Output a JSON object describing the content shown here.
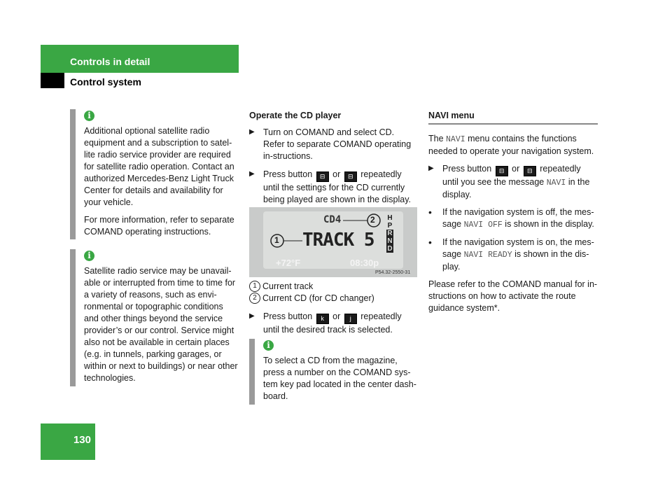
{
  "header": {
    "section": "Controls in detail",
    "subsection": "Control system"
  },
  "page_number": "130",
  "notes_left": [
    {
      "icon": "info-icon",
      "paragraphs": [
        "Additional optional satellite radio equipment and a subscription to satel-lite radio service provider are required for satellite radio operation. Contact an authorized Mercedes-Benz Light Truck Center for details and availability for your vehicle.",
        "For more information, refer to separate COMAND operating instructions."
      ]
    },
    {
      "icon": "info-icon",
      "paragraphs": [
        "Satellite radio service may be unavail-able or interrupted from time to time for a variety of reasons, such as envi-ronmental or topographic conditions and other things beyond the service provider’s or our control. Service might also not be available in certain places (e.g. in tunnels, parking garages, or within or next to buildings) or near other technologies."
      ]
    }
  ],
  "cd_section": {
    "heading": "Operate the CD player",
    "step1": "Turn on COMAND and select CD. Refer to separate COMAND operating in-structions.",
    "step2_pre": "Press button",
    "step2_or": "or",
    "step2_post": "repeatedly until the settings for the CD currently being played are shown in the display.",
    "display": {
      "cd": "CD4",
      "track": "TRACK 5",
      "temp": "+72°F",
      "time": "08:30p",
      "gear": [
        "H",
        "P",
        "R",
        "N",
        "D"
      ],
      "callout1": "1",
      "callout2": "2",
      "code": "P54.32-2550-31"
    },
    "legend": [
      {
        "num": "1",
        "text": "Current track"
      },
      {
        "num": "2",
        "text": "Current CD (for CD changer)"
      }
    ],
    "step3_pre": "Press button",
    "step3_or": "or",
    "step3_post": "repeatedly until the desired track is selected.",
    "note": "To select a CD from the magazine, press a number on the COMAND sys-tem key pad located in the center dash-board."
  },
  "navi_section": {
    "heading": "NAVI menu",
    "intro_pre": "The",
    "intro_code": "NAVI",
    "intro_post": "menu contains the functions needed to operate your navigation system.",
    "step_pre": "Press button",
    "step_or": "or",
    "step_mid": "repeatedly until you see the message",
    "step_code": "NAVI",
    "step_post": "in the display.",
    "b1_pre": "If the navigation system is off, the mes-sage",
    "b1_code": "NAVI OFF",
    "b1_post": "is shown in the display.",
    "b2_pre": "If the navigation system is on, the mes-sage",
    "b2_code": "NAVI READY",
    "b2_post": "is shown in the dis-play.",
    "outro": "Please refer to the COMAND manual for in-structions on how to activate the route guidance system*."
  },
  "buttons": {
    "prev_label": "⊟",
    "next_label": "⊟",
    "down_label": "k",
    "up_label": "j"
  },
  "colors": {
    "accent": "#3aa744",
    "note_bar": "#9a9a9a"
  }
}
